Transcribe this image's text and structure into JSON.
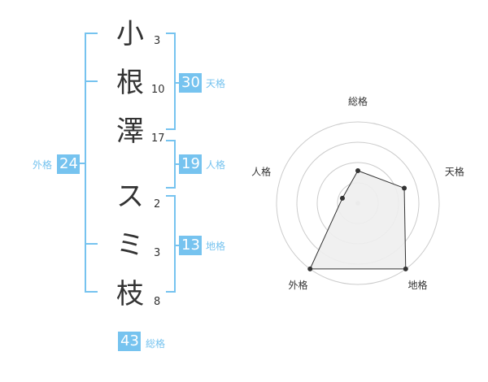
{
  "name_chars": [
    {
      "char": "小",
      "strokes": "3"
    },
    {
      "char": "根",
      "strokes": "10"
    },
    {
      "char": "澤",
      "strokes": "17"
    },
    {
      "char": "ス",
      "strokes": "2"
    },
    {
      "char": "ミ",
      "strokes": "3"
    },
    {
      "char": "枝",
      "strokes": "8"
    }
  ],
  "fortunes": {
    "tenkaku": {
      "label": "天格",
      "value": "30"
    },
    "jinkaku": {
      "label": "人格",
      "value": "19"
    },
    "chikaku": {
      "label": "地格",
      "value": "13"
    },
    "gaikaku": {
      "label": "外格",
      "value": "24"
    },
    "soukaku": {
      "label": "総格",
      "value": "43"
    }
  },
  "colors": {
    "accent": "#76c3ef",
    "text": "#333333",
    "ring": "#cccccc",
    "fill": "#eeeeee"
  },
  "chart_data": {
    "type": "radar",
    "axes": [
      "総格",
      "天格",
      "地格",
      "外格",
      "人格"
    ],
    "values": [
      2,
      3,
      5,
      5,
      1
    ],
    "max": 5,
    "rings": 4,
    "title": ""
  }
}
